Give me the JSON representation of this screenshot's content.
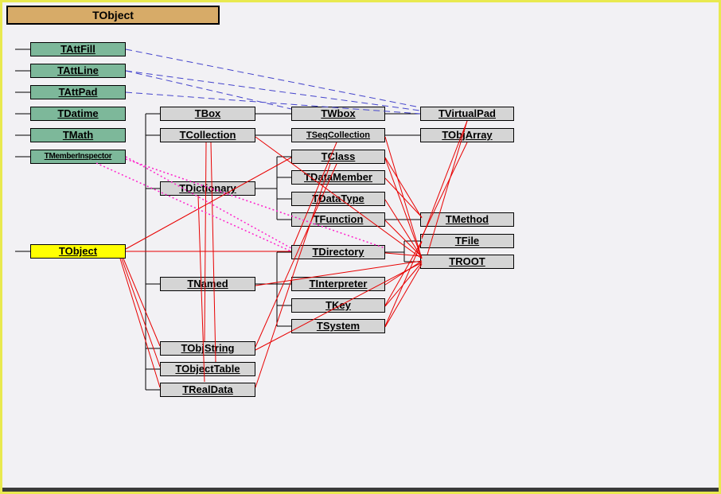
{
  "title_box": {
    "label": "TObject"
  },
  "colors": {
    "canvas_background": "#f2f1f4",
    "canvas_border": "#e9e94f",
    "title_fill": "#d7ab68",
    "base_class_fill": "#7db89a",
    "selected_class_fill": "#ffff00",
    "class_fill": "#d5d5d5",
    "inheritance": "#000000",
    "uses": "#e80000",
    "multiple_inheritance": "#4444cc",
    "reference": "#ff22cc"
  },
  "nodes": [
    {
      "label": "TAttFill"
    },
    {
      "label": "TAttLine"
    },
    {
      "label": "TAttPad"
    },
    {
      "label": "TDatime"
    },
    {
      "label": "TMath"
    },
    {
      "label": "TMemberInspector"
    },
    {
      "label": "TObject"
    },
    {
      "label": "TBox"
    },
    {
      "label": "TCollection"
    },
    {
      "label": "TDictionary"
    },
    {
      "label": "TNamed"
    },
    {
      "label": "TObjString"
    },
    {
      "label": "TObjectTable"
    },
    {
      "label": "TRealData"
    },
    {
      "label": "TWbox"
    },
    {
      "label": "TSeqCollection"
    },
    {
      "label": "TClass"
    },
    {
      "label": "TDataMember"
    },
    {
      "label": "TDataType"
    },
    {
      "label": "TFunction"
    },
    {
      "label": "TDirectory"
    },
    {
      "label": "TInterpreter"
    },
    {
      "label": "TKey"
    },
    {
      "label": "TSystem"
    },
    {
      "label": "TVirtualPad"
    },
    {
      "label": "TObjArray"
    },
    {
      "label": "TMethod"
    },
    {
      "label": "TFile"
    },
    {
      "label": "TROOT"
    }
  ],
  "edges": {
    "inheritance": [
      [
        16,
        59,
        35,
        59
      ],
      [
        16,
        86,
        35,
        86
      ],
      [
        16,
        113,
        35,
        113
      ],
      [
        16,
        140,
        35,
        140
      ],
      [
        16,
        167,
        35,
        167
      ],
      [
        16,
        194,
        35,
        194
      ],
      [
        16,
        313,
        35,
        313
      ],
      [
        155,
        313,
        180,
        313
      ],
      [
        180,
        140,
        180,
        487
      ],
      [
        180,
        140,
        198,
        140
      ],
      [
        180,
        167,
        198,
        167
      ],
      [
        180,
        234,
        198,
        234
      ],
      [
        180,
        354,
        198,
        354
      ],
      [
        180,
        435,
        198,
        435
      ],
      [
        180,
        461,
        198,
        461
      ],
      [
        180,
        487,
        198,
        487
      ],
      [
        318,
        140,
        363,
        140
      ],
      [
        318,
        167,
        363,
        167
      ],
      [
        318,
        234,
        345,
        234
      ],
      [
        345,
        194,
        345,
        273
      ],
      [
        345,
        194,
        363,
        194
      ],
      [
        345,
        220,
        363,
        220
      ],
      [
        345,
        247,
        363,
        247
      ],
      [
        345,
        273,
        363,
        273
      ],
      [
        318,
        354,
        345,
        354
      ],
      [
        345,
        314,
        345,
        407
      ],
      [
        345,
        314,
        363,
        314
      ],
      [
        345,
        354,
        363,
        354
      ],
      [
        345,
        381,
        363,
        381
      ],
      [
        345,
        407,
        363,
        407
      ],
      [
        481,
        140,
        525,
        140
      ],
      [
        481,
        167,
        525,
        167
      ],
      [
        481,
        273,
        525,
        273
      ],
      [
        481,
        314,
        505,
        314
      ],
      [
        505,
        300,
        505,
        326
      ],
      [
        505,
        300,
        525,
        300
      ],
      [
        505,
        326,
        525,
        326
      ]
    ],
    "uses": [
      [
        527,
        322,
        481,
        169
      ],
      [
        527,
        322,
        481,
        196
      ],
      [
        527,
        321,
        481,
        248
      ],
      [
        527,
        320,
        481,
        274
      ],
      [
        527,
        319,
        481,
        315
      ],
      [
        527,
        325,
        481,
        355
      ],
      [
        527,
        327,
        481,
        382
      ],
      [
        527,
        329,
        481,
        408
      ],
      [
        527,
        322,
        318,
        169
      ],
      [
        527,
        325,
        318,
        356
      ],
      [
        527,
        327,
        318,
        437
      ],
      [
        527,
        300,
        481,
        381
      ],
      [
        527,
        301,
        481,
        407
      ],
      [
        527,
        297,
        584,
        149
      ],
      [
        527,
        295,
        584,
        176
      ],
      [
        527,
        271,
        481,
        195
      ],
      [
        527,
        270,
        481,
        221
      ],
      [
        584,
        149,
        534,
        317
      ],
      [
        155,
        310,
        363,
        195
      ],
      [
        155,
        313,
        363,
        313
      ],
      [
        152,
        322,
        198,
        432
      ],
      [
        150,
        322,
        198,
        458
      ],
      [
        148,
        322,
        198,
        484
      ],
      [
        256,
        176,
        254,
        426
      ],
      [
        262,
        176,
        268,
        452
      ],
      [
        246,
        243,
        254,
        477
      ],
      [
        420,
        203,
        318,
        433
      ],
      [
        412,
        203,
        318,
        484
      ],
      [
        420,
        176,
        366,
        305
      ]
    ],
    "multiple_inheritance": [
      [
        155,
        59,
        525,
        132
      ],
      [
        155,
        86,
        525,
        136
      ],
      [
        155,
        113,
        525,
        140
      ],
      [
        155,
        86,
        363,
        134
      ]
    ],
    "reference": [
      [
        155,
        194,
        363,
        309
      ],
      [
        155,
        197,
        481,
        309
      ],
      [
        118,
        202,
        363,
        313
      ]
    ]
  }
}
